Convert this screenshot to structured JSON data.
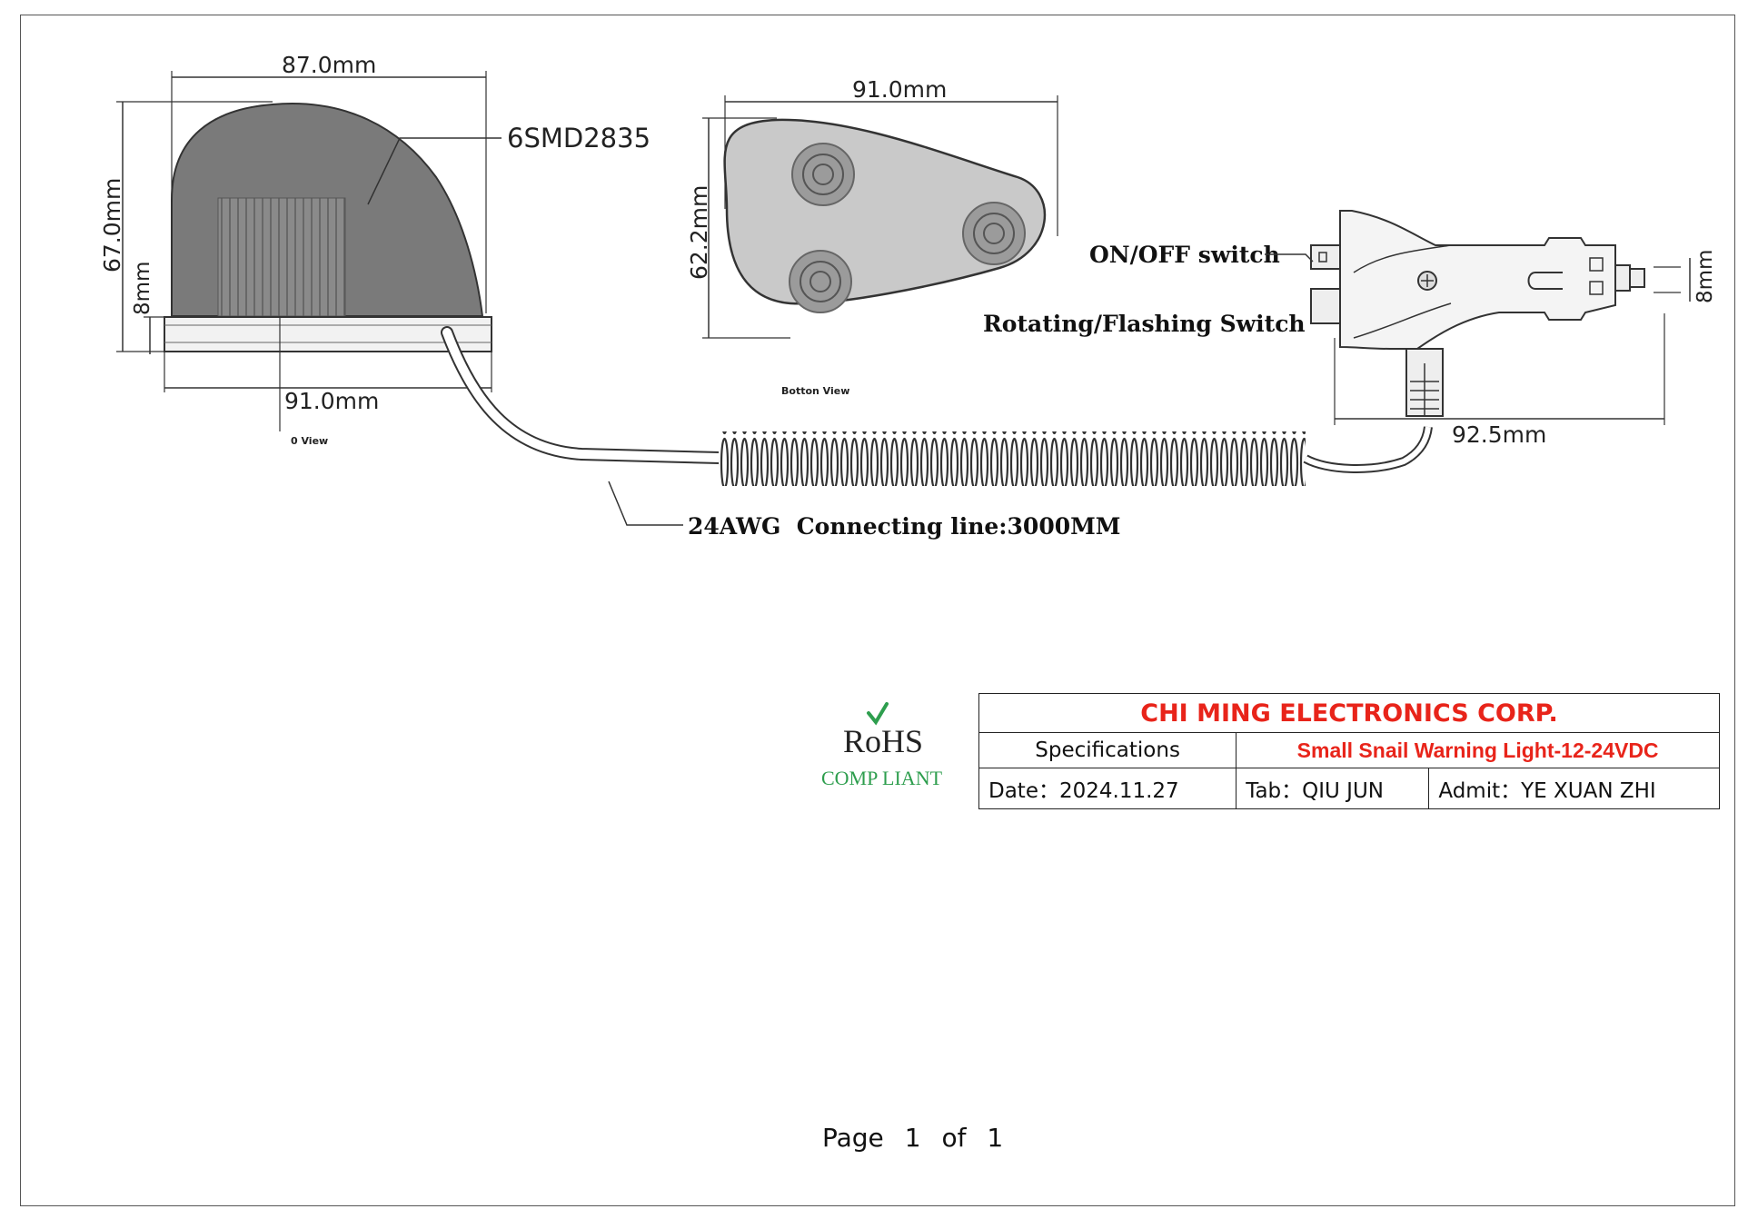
{
  "top_view": {
    "width_label": "87.0mm",
    "height_label": "67.0mm",
    "base_height_label": "8mm",
    "base_width_label": "91.0mm",
    "led_label": "6SMD2835",
    "view_label": "0 View"
  },
  "bottom_view": {
    "width_label": "91.0mm",
    "height_label": "62.2mm",
    "view_label": "Botton View"
  },
  "plug": {
    "onoff_label": "ON/OFF switch",
    "rotating_label": "Rotating/Flashing Switch",
    "length_label": "92.5mm",
    "tip_label": "8mm"
  },
  "cable": {
    "label": "24AWG  Connecting line:3000MM"
  },
  "rohs": {
    "title": "RoHS",
    "subtitle": "COMP LIANT"
  },
  "title_block": {
    "company": "CHI MING ELECTRONICS CORP.",
    "spec_label": "Specifications",
    "product": "Small Snail Warning Light-12-24VDC",
    "date": "Date：2024.11.27",
    "tab": "Tab：QIU JUN",
    "admit": "Admit：YE XUAN ZHI"
  },
  "page": {
    "label": "Page",
    "current": "1",
    "of_label": "of",
    "total": "1"
  },
  "colors": {
    "company_red": "#e8241a",
    "rohs_green": "#2e9e4e",
    "dome_gray": "#7a7a7a",
    "bottom_fill": "#c9c9c9"
  }
}
